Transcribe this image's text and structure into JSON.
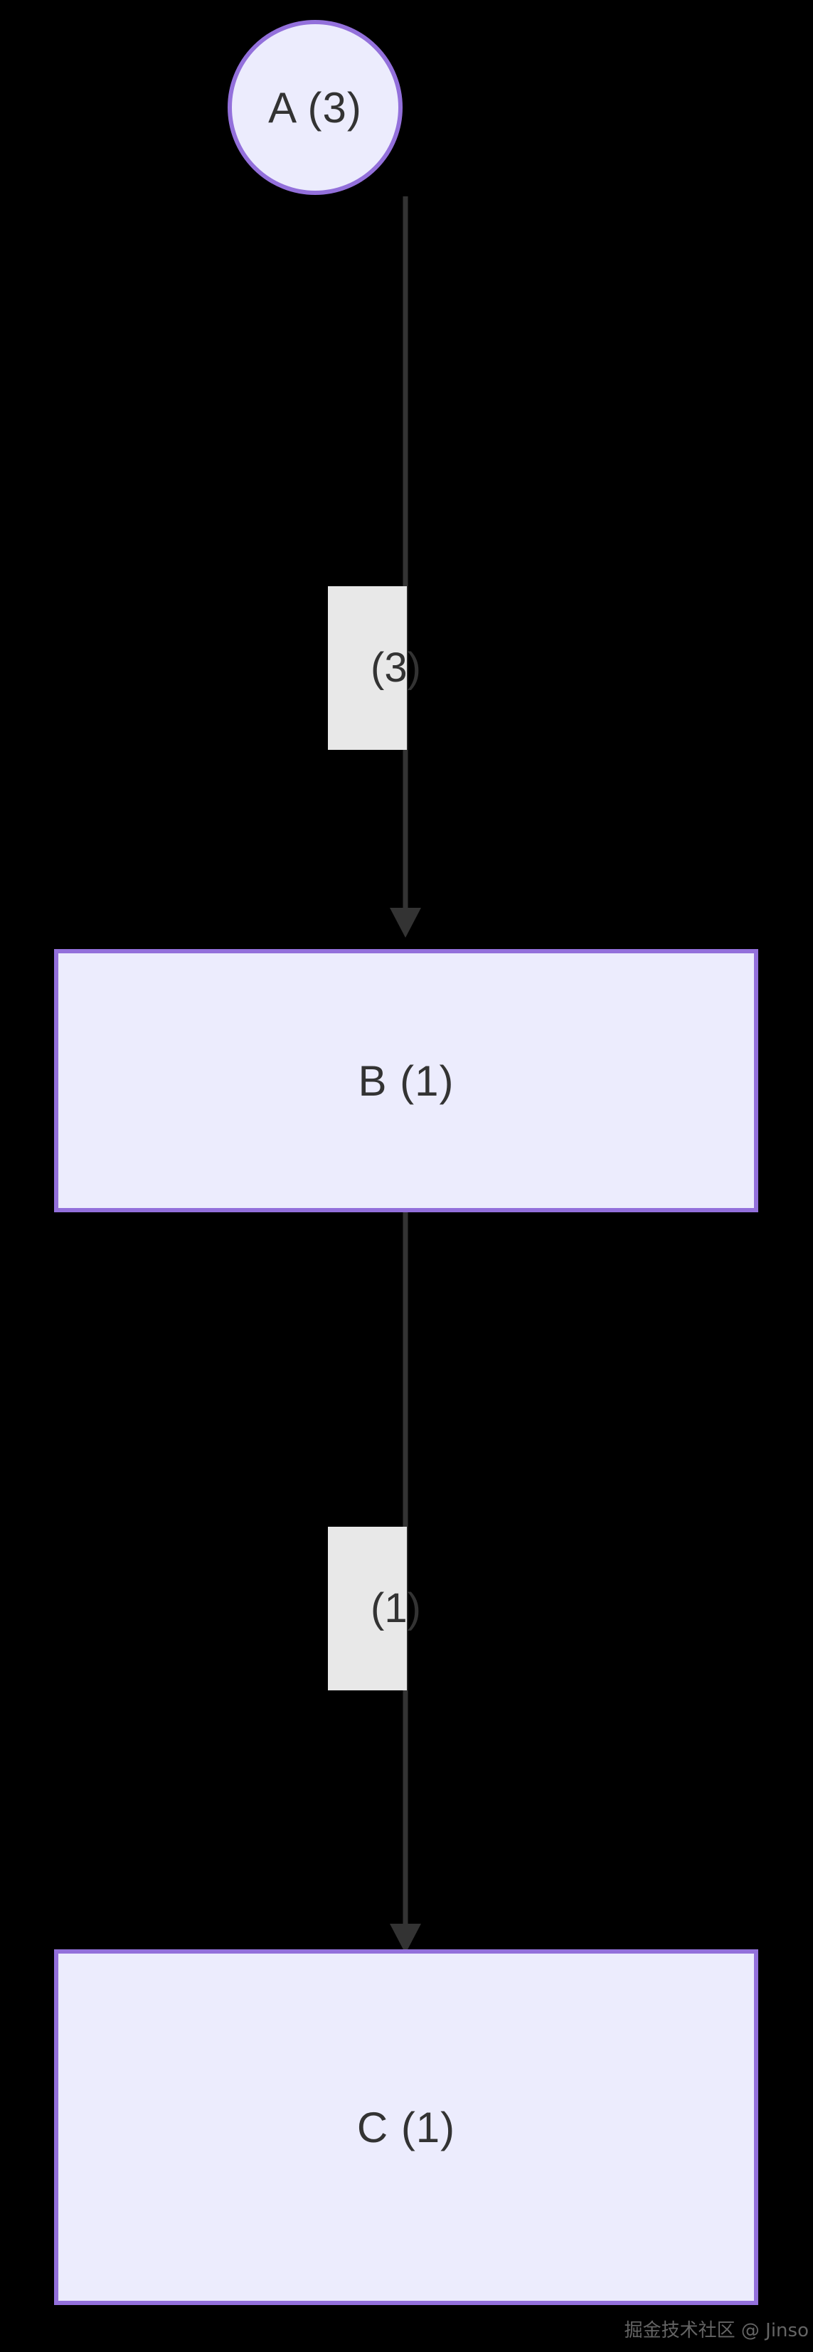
{
  "diagram": {
    "type": "flowchart",
    "direction": "top-to-bottom",
    "background_color": "#000000",
    "node_fill_color": "#ececfd",
    "node_border_color": "#9370db",
    "edge_color": "#333333",
    "edge_label_background": "#e8e8e8",
    "text_color": "#333333",
    "nodes": [
      {
        "id": "A",
        "shape": "circle",
        "label": "A (3)"
      },
      {
        "id": "B",
        "shape": "rectangle",
        "label": "B (1)"
      },
      {
        "id": "C",
        "shape": "rectangle",
        "label": "C (1)"
      }
    ],
    "edges": [
      {
        "from": "A",
        "to": "B",
        "label": "(3)",
        "arrow": "arrow-down-icon"
      },
      {
        "from": "B",
        "to": "C",
        "label": "(1)",
        "arrow": "arrow-down-icon"
      }
    ],
    "watermark": "掘金技术社区 @ Jinso"
  }
}
